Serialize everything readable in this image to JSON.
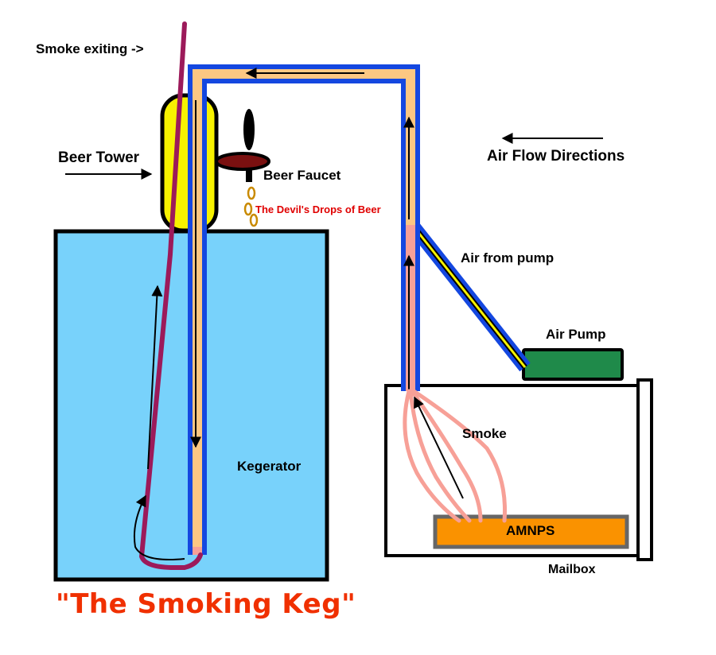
{
  "labels": {
    "smoke_exiting": "Smoke exiting ->",
    "beer_tower": "Beer Tower",
    "beer_faucet": "Beer Faucet",
    "devils_drops": "The Devil's Drops of Beer",
    "air_flow_directions": "Air Flow Directions",
    "air_from_pump": "Air from pump",
    "air_pump": "Air Pump",
    "smoke": "Smoke",
    "kegerator": "Kegerator",
    "amnps": "AMNPS",
    "mailbox": "Mailbox",
    "title": "\"The Smoking Keg\""
  },
  "colors": {
    "kegerator_fill": "#78d2fb",
    "tube_outer": "#1447e0",
    "tube_inner": "#fcc782",
    "smoke_tube": "#9c1a5a",
    "smoke_pink": "#f7a097",
    "tower_fill": "#f7f200",
    "air_pump_fill": "#1f8a4a",
    "amnps_fill": "#fa9200",
    "title_color": "#f03000",
    "devils_drops_color": "#e00000"
  }
}
